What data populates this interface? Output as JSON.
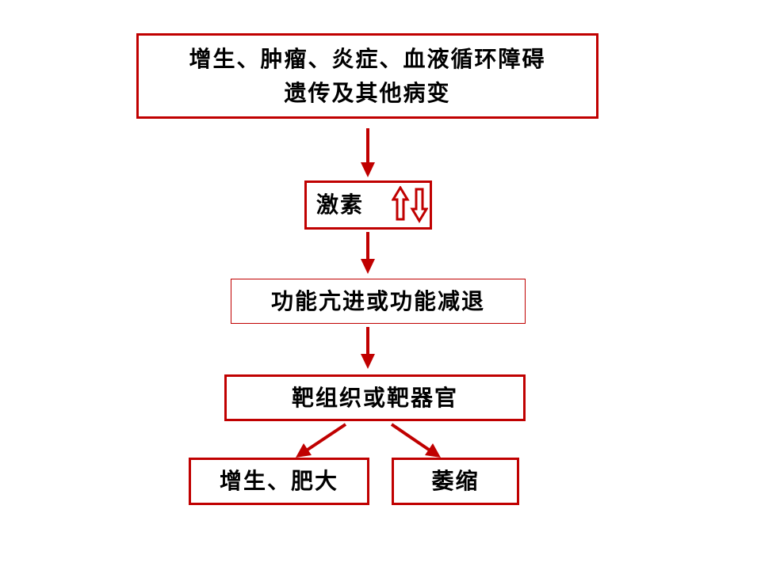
{
  "boxes": {
    "top": {
      "line1": "增生、肿瘤、炎症、血液循环障碍",
      "line2": "遗传及其他病变"
    },
    "hormone": {
      "label": "激素",
      "updown_icon": "up-down-double-arrow-icon"
    },
    "function": {
      "label": "功能亢进或功能减退"
    },
    "target": {
      "label": "靶组织或靶器官"
    },
    "hyperplasia": {
      "label": "增生、肥大"
    },
    "atrophy": {
      "label": "萎缩"
    }
  },
  "colors": {
    "accent": "#c00000"
  }
}
